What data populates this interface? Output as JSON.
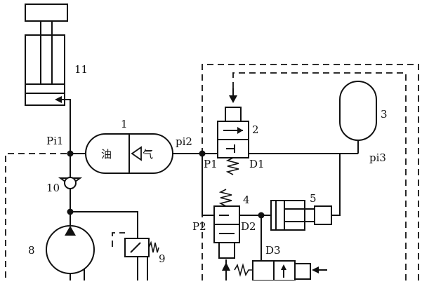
{
  "diagram": {
    "components": {
      "cylinder": "11",
      "accumulator": "1",
      "valve2": "2",
      "tank": "3",
      "valve4": "4",
      "cylinder5": "5",
      "pump": "8",
      "relief": "9",
      "check": "10"
    },
    "ports": {
      "pi1": "Pi1",
      "pi2": "pi2",
      "pi3": "pi3",
      "p1": "P1",
      "p2": "P2",
      "d1": "D1",
      "d2": "D2",
      "d3": "D3"
    },
    "chambers": {
      "oil": "油",
      "gas": "气"
    }
  }
}
